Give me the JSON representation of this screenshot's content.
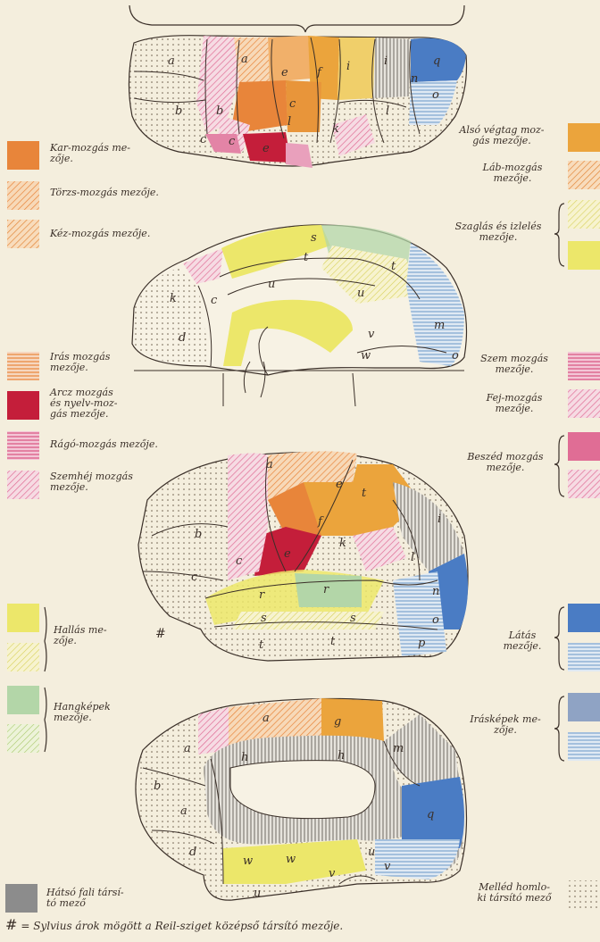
{
  "colors": {
    "orange": "#e8853a",
    "light_orange": "#f1b06a",
    "amber": "#e8a13a",
    "yellow": "#ece76a",
    "light_yellow": "#f3ef9a",
    "red": "#c41e3a",
    "pink": "#e384a6",
    "light_pink": "#efb2c7",
    "green": "#b3d6a8",
    "light_green": "#d4e8a4",
    "blue": "#4a7cc4",
    "light_blue": "#9fc0de",
    "grey": "#8c8c8c",
    "light_grey": "#c8c8c8",
    "paper": "#f4eedd"
  },
  "left_legend": [
    {
      "label": "Kar-mozgás me-\nzője.",
      "style": "solid-orange"
    },
    {
      "label": "Törzs-mozgás mezője.",
      "style": "hatch-orange"
    },
    {
      "label": "Kéz-mozgás mezője.",
      "style": "hatch-orange-2"
    },
    {
      "label": "Irás mozgás\nmezője.",
      "style": "lines-orange"
    },
    {
      "label": "Arcz mozgás\nés nyelv-moz-\ngás mezője.",
      "style": "solid-red"
    },
    {
      "label": "Rágó-mozgás mezője.",
      "style": "lines-pink"
    },
    {
      "label": "Szemhéj mozgás\nmezője.",
      "style": "hatch-pink"
    },
    {
      "label": "Hallás me-\nzője.",
      "style": "solid-yellow"
    },
    {
      "label": "",
      "style": "hatch-yellow"
    },
    {
      "label": "Hangképek\nmezője.",
      "style": "solid-green"
    },
    {
      "label": "",
      "style": "hatch-green"
    },
    {
      "label": "Hátsó fali társí-\ntó mező",
      "style": "solid-grey"
    }
  ],
  "right_legend": [
    {
      "label": "Alsó végtag moz-\ngás mezője.",
      "style": "solid-amber"
    },
    {
      "label": "Láb-mozgás\nmezője.",
      "style": "hatch-amber"
    },
    {
      "label": "Szaglás és izlelés\nmezője.",
      "style": "pair-yellow"
    },
    {
      "label": "Szem mozgás\nmezője.",
      "style": "lines-pink"
    },
    {
      "label": "Fej-mozgás\nmezője.",
      "style": "hatch-pink"
    },
    {
      "label": "Beszéd mozgás\nmezője.",
      "style": "pair-pink"
    },
    {
      "label": "Látás\nmezője.",
      "style": "triple-blue"
    },
    {
      "label": "Irásképek me-\nzője.",
      "style": "pair-greyblue"
    },
    {
      "label": "Melléd homlo-\nki társító mező",
      "style": "dots"
    }
  ],
  "footnote": {
    "mark": "#",
    "text": "= Sylvius árok mögött a Reil-sziget középső társító mezője."
  },
  "hash_mark": "#",
  "region_letters": {
    "brain1": [
      "a",
      "a",
      "e",
      "f",
      "i",
      "i",
      "q",
      "b",
      "c",
      "l",
      "k",
      "l",
      "n",
      "o",
      "c",
      "e"
    ],
    "brain2": [
      "s",
      "t",
      "t",
      "u",
      "u",
      "k",
      "c",
      "d",
      "v",
      "w",
      "m",
      "o"
    ],
    "brain3": [
      "a",
      "e",
      "t",
      "b",
      "f",
      "k",
      "l",
      "c",
      "e",
      "i",
      "c",
      "r",
      "r",
      "n",
      "s",
      "s",
      "o",
      "t",
      "t",
      "p"
    ],
    "brain4": [
      "a",
      "g",
      "h",
      "h",
      "m",
      "b",
      "a",
      "q",
      "d",
      "w",
      "w",
      "u",
      "v",
      "v",
      "u"
    ]
  }
}
